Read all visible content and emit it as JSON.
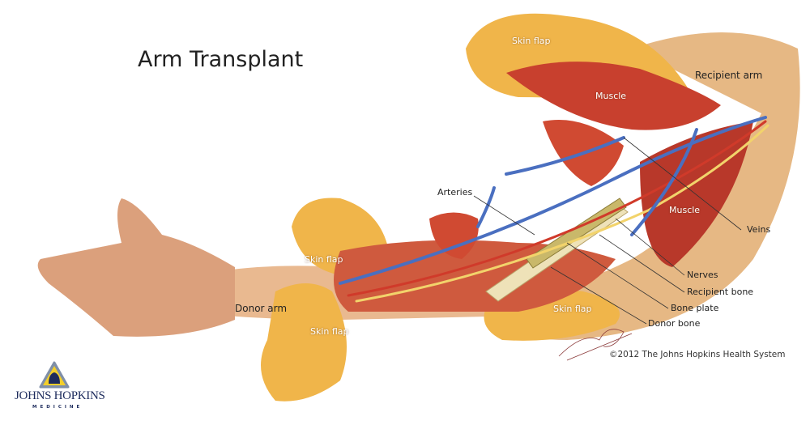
{
  "title": "Arm Transplant",
  "labels": {
    "skin_flap_top": "Skin flap",
    "muscle_top": "Muscle",
    "recipient_arm": "Recipient arm",
    "muscle_right": "Muscle",
    "veins": "Veins",
    "arteries": "Arteries",
    "nerves": "Nerves",
    "recipient_bone": "Recipient bone",
    "bone_plate": "Bone plate",
    "donor_bone": "Donor bone",
    "skin_flap_upper_left": "Skin flap",
    "donor_arm": "Donor arm",
    "skin_flap_lower_left": "Skin flap",
    "skin_flap_lower_right": "Skin flap"
  },
  "copyright": "©2012 The Johns Hopkins Health System",
  "logo": {
    "name": "JOHNS HOPKINS",
    "subtitle": "MEDICINE",
    "icon": "dome-shield-icon"
  },
  "colors": {
    "skin": "#e8b48a",
    "fat": "#f0b54a",
    "muscle": "#c8402e",
    "vein": "#4a6fc0",
    "artery": "#d03a2a",
    "nerve": "#f2d36b",
    "logo_blue": "#1d2b5c",
    "logo_gold": "#f3cf2a"
  }
}
